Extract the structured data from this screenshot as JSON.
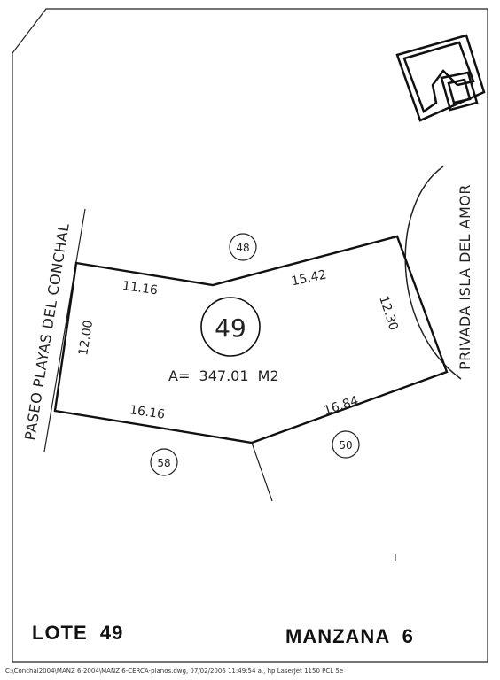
{
  "lot_number": "49",
  "area": "A=  347.01  M2",
  "street_left": "PASEO PLAYAS DEL CONCHAL",
  "street_right": "PRIVADA ISLA DEL AMOR",
  "dimensions": {
    "top_left": "11.16",
    "top_right": "15.42",
    "left": "12.00",
    "right": "12.30",
    "bottom_left": "16.16",
    "bottom_right": "16.84"
  },
  "neighbors": {
    "north": "48",
    "south_west": "58",
    "south_east": "50"
  },
  "lote_label": "LOTE  49",
  "manzana_label": "MANZANA  6",
  "footer_path": "C:\\Conchal2004\\MANZ 6-2004\\MANZ 6-CERCA-planos.dwg, 07/02/2006 11:49:54 a., hp LaserJet 1150 PCL 5e"
}
